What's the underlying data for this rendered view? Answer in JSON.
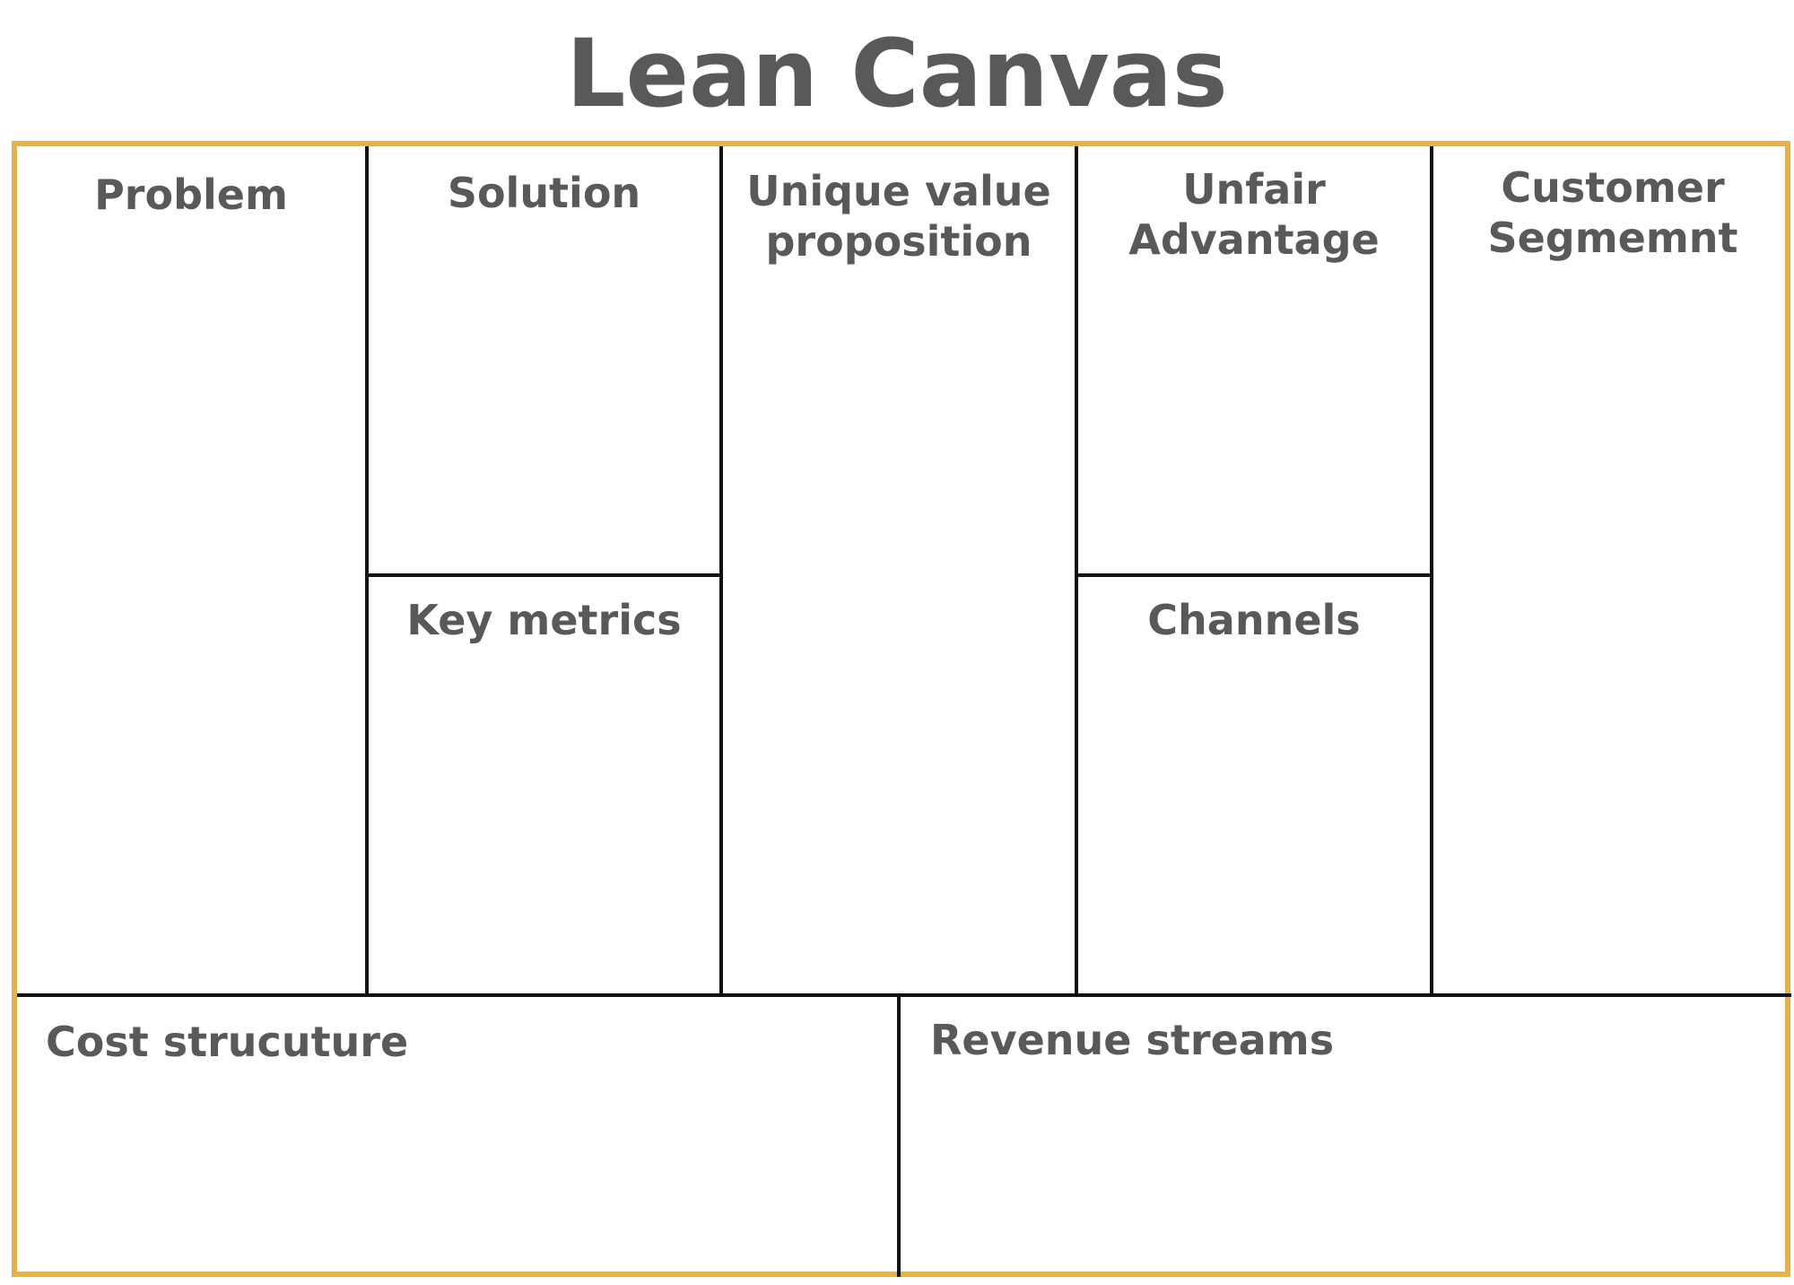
{
  "title": "Lean Canvas",
  "colors": {
    "border": "#e3b24d",
    "lines": "#111111",
    "text": "#595959"
  },
  "blocks": {
    "problem": "Problem",
    "solution": "Solution",
    "key_metrics": "Key metrics",
    "unique_value_line1": "Unique value",
    "unique_value_line2": "proposition",
    "unfair_line1": "Unfair",
    "unfair_line2": "Advantage",
    "channels": "Channels",
    "customer_line1": "Customer",
    "customer_line2": "Segmemnt",
    "cost_structure": "Cost strucuture",
    "revenue_streams": "Revenue streams"
  }
}
